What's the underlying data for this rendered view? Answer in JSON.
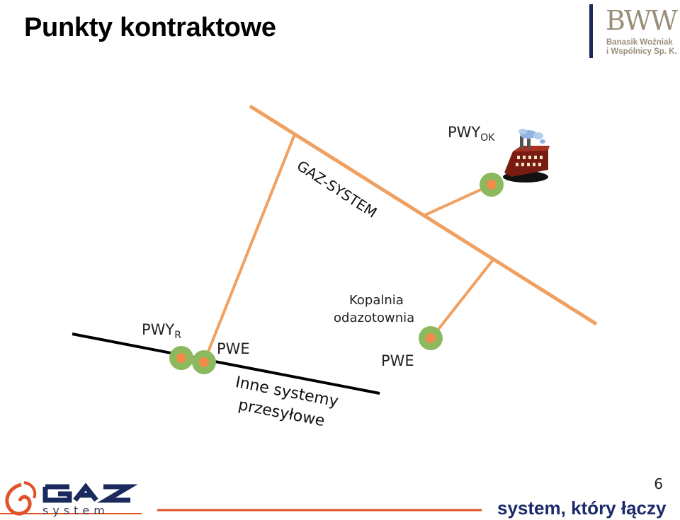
{
  "header": {
    "title": "Punkty kontraktowe",
    "logo_big": "BWW",
    "logo_line1": "Banasik Woźniak",
    "logo_line2": "i Wspólnicy Sp. K."
  },
  "diagram": {
    "label_gaz_system": "GAZ-SYSTEM",
    "label_pwy_ok": "PWY",
    "label_pwy_ok_sub": "OK",
    "label_pwy_r": "PWY",
    "label_pwy_r_sub": "R",
    "label_pwe_left": "PWE",
    "label_pwe_right": "PWE",
    "label_kopalnia_1": "Kopalnia",
    "label_kopalnia_2": "odazotownia",
    "label_inne_1": "Inne systemy",
    "label_inne_2": "przesyłowe"
  },
  "colors": {
    "pipeline": "#f0a060",
    "other_line": "#000000",
    "node_outer": "#8cb95e",
    "node_inner": "#f28c4a",
    "slogan": "#1b2a6b",
    "gaz_red": "#e0522a"
  },
  "footer": {
    "page_number": "6",
    "slogan": "system, który łączy",
    "logo_word": "system"
  }
}
